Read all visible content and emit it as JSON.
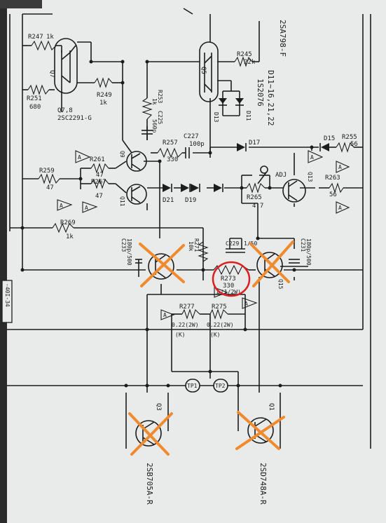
{
  "labels": {
    "r247": "R247",
    "r247v": "1k",
    "q7": "Q7",
    "r251": "R251",
    "r251v": "680",
    "q78": "Q7,8",
    "q78p": "2SC2291-G",
    "r249": "R249",
    "r249v": "1k",
    "r253": "R253",
    "r253v": "1k",
    "c225": "C225",
    "c225v": "560p",
    "q5": "Q5",
    "r245": "R245",
    "r245v": "22k",
    "d13": "D13",
    "d11": "D11",
    "top_part": "2SA798-F",
    "diodes": "D11~16,21,22",
    "diode_part": "1S2076",
    "q9": "Q9",
    "r257": "R257",
    "r257v": "330",
    "c227": "C227",
    "c227v": "100p",
    "d17": "D17",
    "d15": "D15",
    "r255": "R255",
    "r255v": "56",
    "r261": "R261",
    "r261v": "47",
    "r259": "R259",
    "r259v": "47",
    "r267": "R267",
    "r267v": "47",
    "q11": "Q11",
    "d21": "D21",
    "d19": "D19",
    "adj": "ADJ",
    "q13": "Q13",
    "r265": "R265",
    "r265v": "4.7",
    "r263": "R263",
    "r263v": "56",
    "r269": "R269",
    "r269v": "1k",
    "c229": "C229",
    "c229v": "1/50",
    "c233": "C233",
    "c233v": "180p/500",
    "r271": "R271",
    "r271v": "10k",
    "c231": "C231",
    "c231v": "180p/500",
    "r273": "R273",
    "r273v": "330",
    "r273p": "(1/2W)",
    "q15": "Q15",
    "side": "-40I-34",
    "r277": "R277",
    "r277v": "0.22(2W)",
    "r277k": "(K)",
    "r275": "R275",
    "r275v": "0.22(2W)",
    "r275k": "(K)",
    "tp1": "TP1",
    "tp2": "TP2",
    "q3": "Q3",
    "q3p": "2SB705A-R",
    "q1": "Q1",
    "q1p": "2SD748A-R",
    "tri": "A"
  },
  "colors": {
    "paper": "#e9ebea",
    "ink": "#1c1c1c",
    "marker_cross": "#f08a2c",
    "marker_circle": "#e01d1d"
  }
}
